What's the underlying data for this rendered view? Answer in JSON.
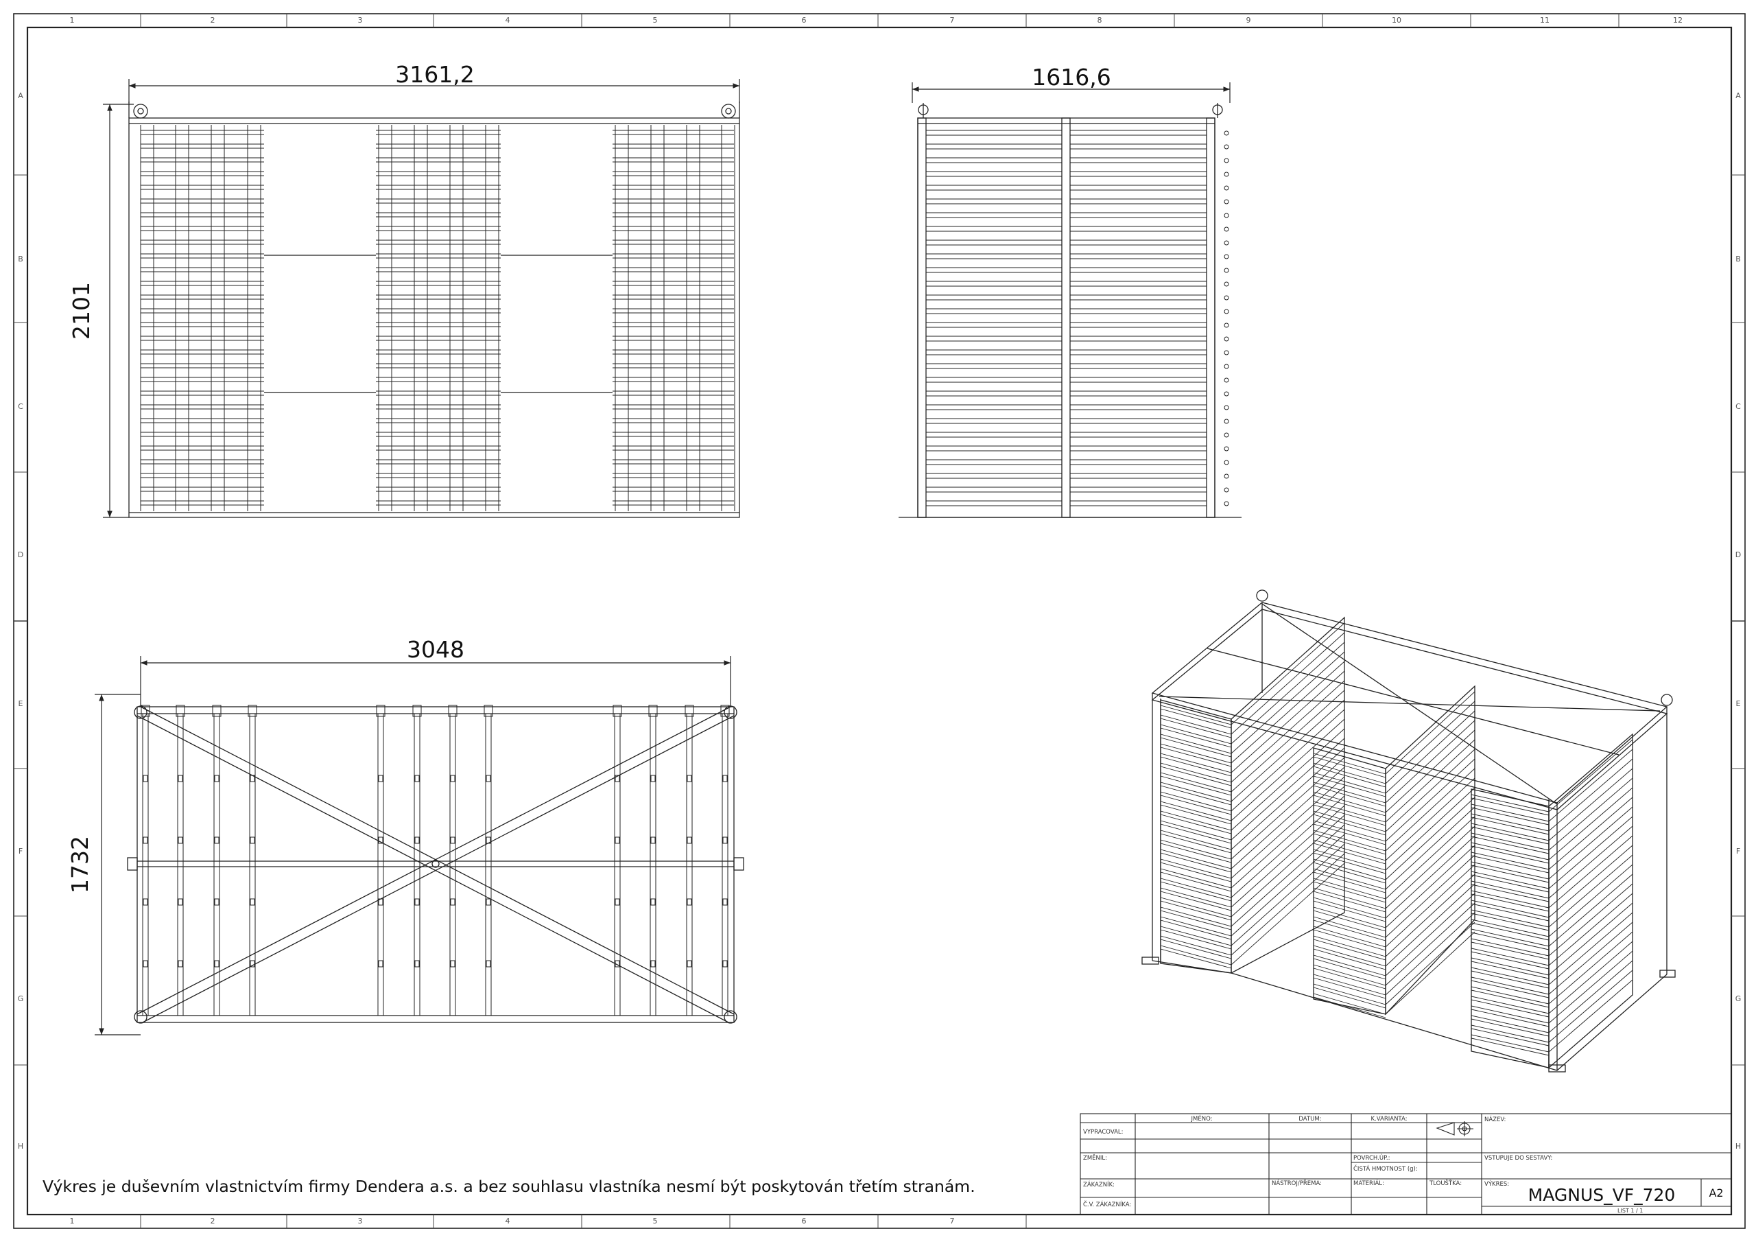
{
  "dimensions": {
    "front_width": "3161,2",
    "front_height": "2101",
    "side_width": "1616,6",
    "top_width": "3048",
    "top_height": "1732"
  },
  "zones": {
    "columns": [
      "1",
      "2",
      "3",
      "4",
      "5",
      "6",
      "7",
      "8",
      "9",
      "10",
      "11",
      "12"
    ],
    "columns_bottom": [
      "1",
      "2",
      "3",
      "4",
      "5",
      "6",
      "7"
    ],
    "rows": [
      "A",
      "B",
      "C",
      "D",
      "E",
      "F",
      "G",
      "H"
    ]
  },
  "title_block": {
    "jmeno": "JMÉNO:",
    "datum": "DATUM:",
    "kvarianta": "K.VARIANTA:",
    "nazev": "NÁZEV:",
    "vypracoval": "VYPRACOVAL:",
    "zmeny": "ZMĚNIL:",
    "povrch": "POVRCH.ÚP.:",
    "cista_hmotnost": "ČISTÁ HMOTNOST (g):",
    "vstupuje": "VSTUPUJE DO SESTAVY:",
    "zakaznik": "ZÁKAZNÍK:",
    "nastroj": "NÁSTROJ/PŘEMA:",
    "material": "MATERIÁL:",
    "tloustka": "TLOUŠŤKA:",
    "vykres": "VÝKRES:",
    "cv_zakaznika": "Č.V. ZÁKAZNÍKA:",
    "drawing_name": "MAGNUS_VF_720",
    "format": "A2",
    "sheet": "LIST 1 / 1"
  },
  "notice": "Výkres je duševním vlastnictvím firmy Dendera a.s. a bez souhlasu vlastníka nesmí být poskytován třetím stranám."
}
